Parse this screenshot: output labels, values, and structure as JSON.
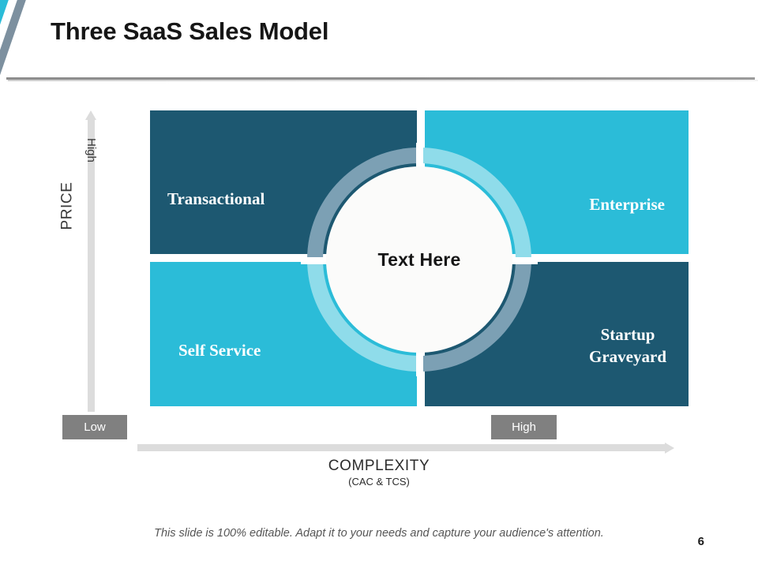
{
  "header": {
    "title": "Three SaaS Sales Model",
    "accent_colors": [
      "#1d5871",
      "#ffffff",
      "#2bbcd8",
      "#ffffff",
      "#7d909f"
    ],
    "rule_color": "#8d8d8d"
  },
  "chart_data": {
    "type": "quadrant-matrix",
    "title": "Three SaaS Sales Model",
    "xlabel": "COMPLEXITY",
    "xsublabel": "(CAC & TCS)",
    "ylabel": "PRICE",
    "x_ticks": [
      "Low",
      "High"
    ],
    "y_ticks": [
      "High"
    ],
    "hub_label": "Text Here",
    "quadrants": [
      {
        "id": "top-left",
        "label": "Transactional",
        "price": "High",
        "complexity": "Low",
        "fill": "#1d5871",
        "ring": "#7ca0b4"
      },
      {
        "id": "top-right",
        "label": "Enterprise",
        "price": "High",
        "complexity": "High",
        "fill": "#2bbcd8",
        "ring": "#8fdcea"
      },
      {
        "id": "bottom-left",
        "label": "Self Service",
        "price": "Low",
        "complexity": "Low",
        "fill": "#2bbcd8",
        "ring": "#8fdcea"
      },
      {
        "id": "bottom-right",
        "label": "Startup Graveyard",
        "price": "Low",
        "complexity": "High",
        "fill": "#1d5871",
        "ring": "#7ca0b4"
      }
    ],
    "legend": [],
    "grid": false
  },
  "axes": {
    "y_title": "PRICE",
    "y_high": "High",
    "x_title": "COMPLEXITY",
    "x_subtitle": "(CAC & TCS)",
    "badge_low": "Low",
    "badge_high": "High",
    "axis_color": "#dcdcdc",
    "badge_color": "#808080"
  },
  "hub": {
    "text": "Text Here"
  },
  "quadrant_labels": {
    "transactional": "Transactional",
    "enterprise": "Enterprise",
    "self_service": "Self Service",
    "startup_line1": "Startup",
    "startup_line2": "Graveyard"
  },
  "footer": {
    "note": "This slide is 100% editable. Adapt it to your needs and capture your audience's attention.",
    "page_number": "6"
  }
}
